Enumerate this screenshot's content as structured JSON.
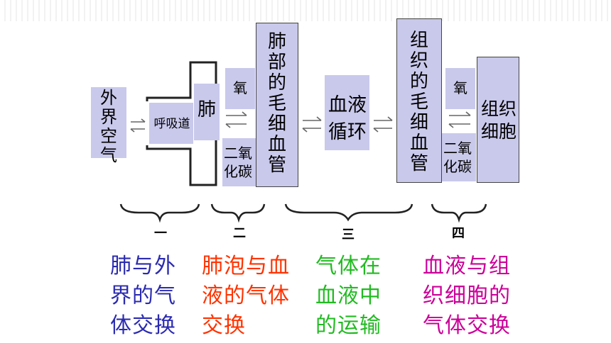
{
  "diagram": {
    "nodes": {
      "outside_air": "外界空气",
      "airway": "呼吸道",
      "lung": "肺",
      "lung_capillary": "肺部的毛细血管",
      "blood_circulation": "血液循环",
      "tissue_capillary": "组织的毛细血管",
      "tissue_cells": "组织细胞"
    },
    "gases": {
      "oxygen_1": "氧",
      "co2_1": "二氧化碳",
      "oxygen_2": "氧",
      "co2_2": "二氧化碳"
    },
    "stage_numbers": [
      "一",
      "二",
      "三",
      "四"
    ],
    "captions": [
      {
        "text": "肺与外\n界的气\n体交换",
        "color": "#2b2bb0"
      },
      {
        "text": "肺泡与血\n液的气体\n交换",
        "color": "#ff3300"
      },
      {
        "text": "气体在\n血液中\n的运输",
        "color": "#22bb22"
      },
      {
        "text": "血液与组\n织细胞的\n气体交换",
        "color": "#cc0099"
      }
    ]
  }
}
